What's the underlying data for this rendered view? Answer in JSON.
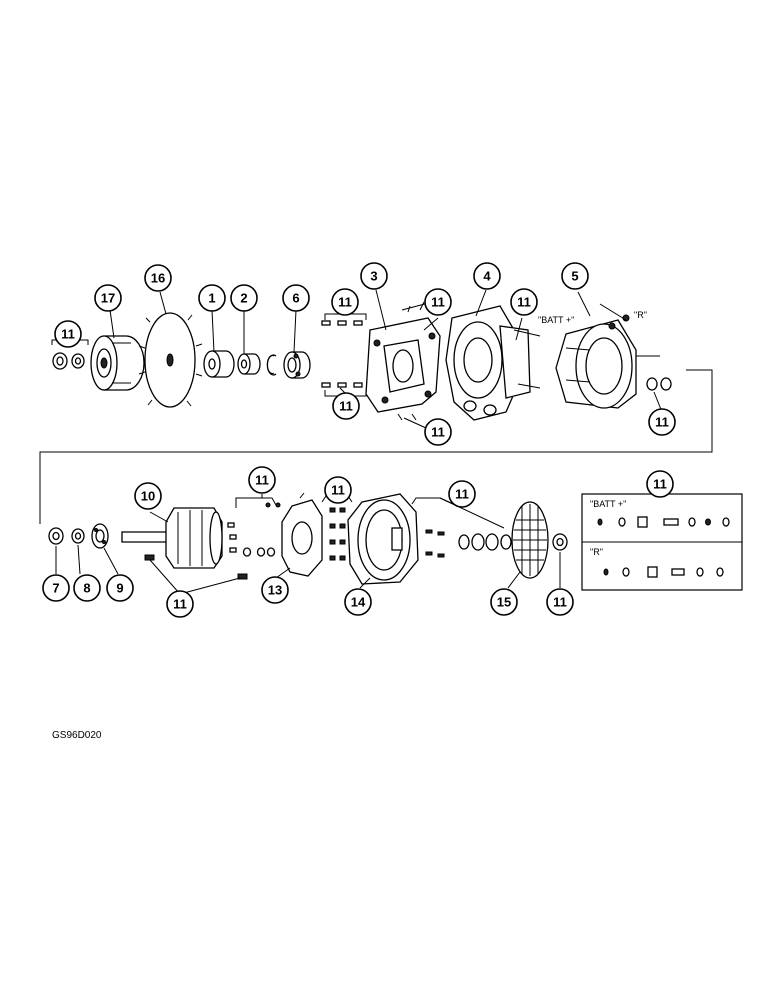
{
  "figure_code": "GS96D020",
  "callouts": {
    "c17": "17",
    "c16": "16",
    "c1": "1",
    "c2": "2",
    "c6": "6",
    "c3": "3",
    "c4": "4",
    "c5": "5",
    "c11a": "11",
    "c11b": "11",
    "c11c": "11",
    "c11d": "11",
    "c11e": "11",
    "c11f": "11",
    "c11g": "11",
    "c10": "10",
    "c11h": "11",
    "c11i": "11",
    "c11j": "11",
    "c11k": "11",
    "c7": "7",
    "c8": "8",
    "c9": "9",
    "c11l": "11",
    "c13": "13",
    "c14": "14",
    "c15": "15",
    "c11m": "11"
  },
  "terminal_labels": {
    "batt": "\"BATT +\"",
    "r": "\"R\""
  },
  "inset": {
    "callout": "11",
    "batt_label": "\"BATT +\"",
    "r_label": "\"R\""
  }
}
